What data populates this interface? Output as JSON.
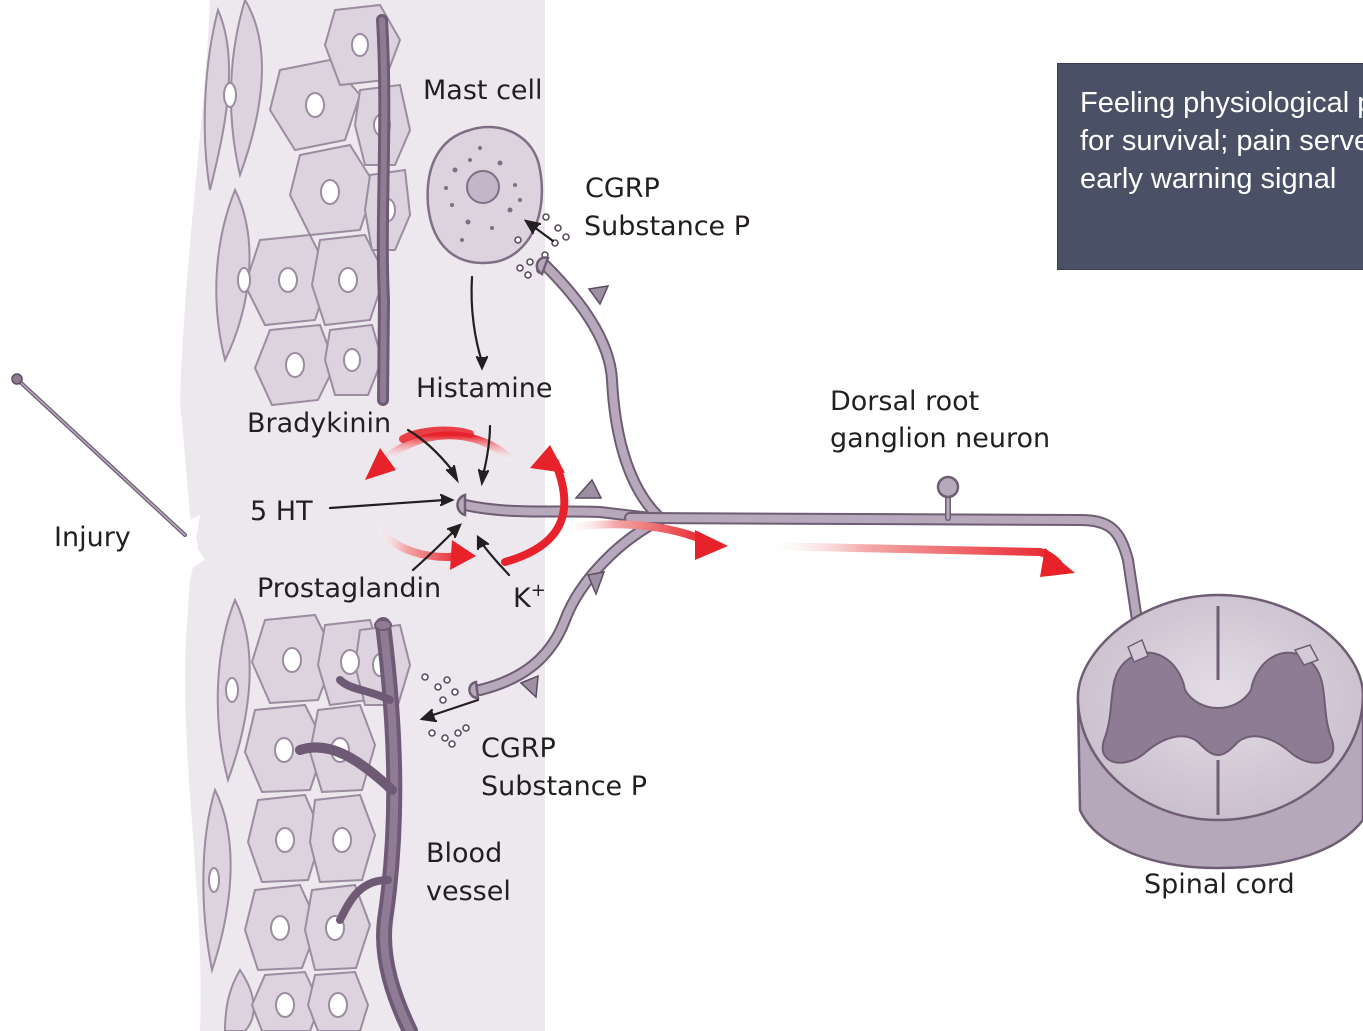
{
  "labels": {
    "mast_cell": "Mast cell",
    "cgrp_top": "CGRP",
    "substance_p_top": "Substance P",
    "histamine": "Histamine",
    "bradykinin": "Bradykinin",
    "five_ht": "5 HT",
    "injury": "Injury",
    "prostaglandin": "Prostaglandin",
    "potassium": "K",
    "potassium_charge": "+",
    "dorsal_root_line1": "Dorsal root",
    "dorsal_root_line2": "ganglion neuron",
    "cgrp_bottom": "CGRP",
    "substance_p_bottom": "Substance P",
    "blood_line1": "Blood",
    "blood_line2": "vessel",
    "spinal_cord": "Spinal cord"
  },
  "callout": {
    "text": "Feeling physiological pain is essential\nfor survival; pain serves as an\nearly warning signal"
  },
  "colors": {
    "tissue": "#e8e2e8",
    "cell_outline": "#9b8c9f",
    "vessel": "#6f5a75",
    "neuron": "#b7a8bb",
    "neuron_outline": "#6e5d73",
    "signal_red": "#e8222a",
    "callout_bg": "#4a5166"
  }
}
